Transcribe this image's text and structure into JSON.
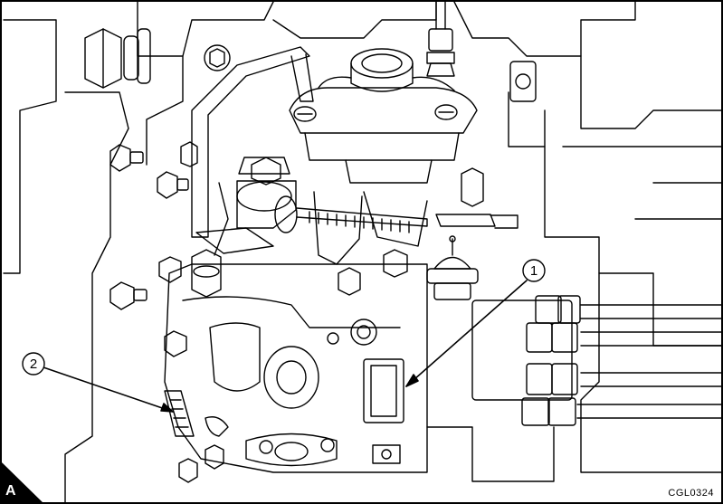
{
  "figure": {
    "panel_label": "A",
    "figure_code": "CGL0324",
    "callouts": [
      {
        "number": "1",
        "target": "sensor-plate"
      },
      {
        "number": "2",
        "target": "timing-marks"
      }
    ]
  },
  "colors": {
    "line": "#000000",
    "background": "#ffffff"
  }
}
